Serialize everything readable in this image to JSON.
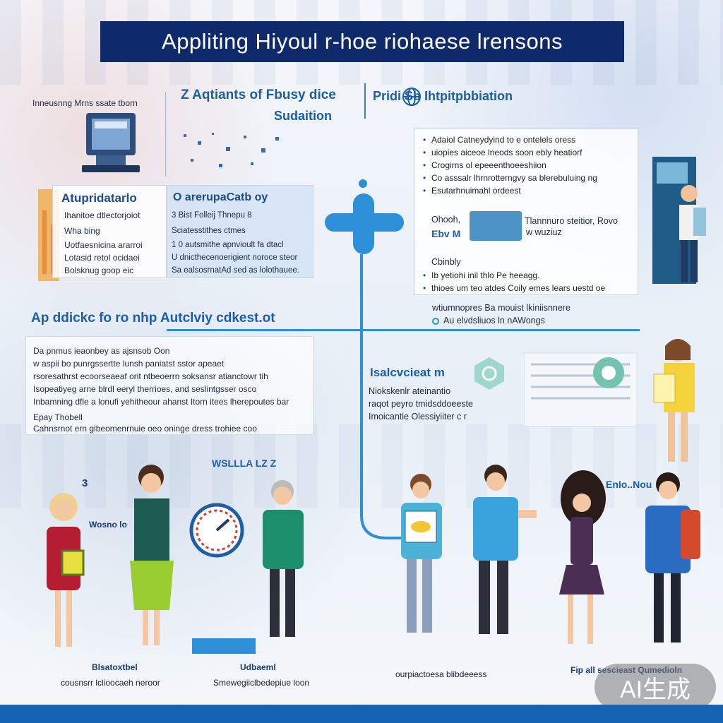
{
  "title": "Appliting Hiyoul r-hoe riohaese lrensons",
  "left_top": {
    "caption": "Inneusnng Mrns ssate tborn",
    "center_head_1": "Z Aqtiants of Fbusy dice",
    "center_head_2": "Sudaition"
  },
  "right_top": {
    "head": "Pridi Sb Ihtpitpbbiation",
    "items": [
      "Adaiol Catneydyind to e ontelels oress",
      "uiopies aiceoe lneods soon ebly heatiorf",
      "Crogirns ol epeeenthoeeshiion",
      "Co asssalr lhrnrotterngvy sa blerebuluing ng",
      "Esutarhnuimahl ordeest"
    ],
    "mid_label": "Ohooh,",
    "mid_tag": "Ebv M",
    "mid_text": "Tlannnuro steitior, Rovo",
    "mid_text2": "w wuziuz",
    "items2_head": "Cbinbly",
    "items2": [
      "Ib yetiohi inil thlo Pe heeagg.",
      "thioes um teo atdes Coily emes lears uestd oe",
      "wtiumnopres Ba mouist lkiniisnnere"
    ],
    "footer_item": "Au elvdsliuos ln nAWongs"
  },
  "left_mid": {
    "head": "Atupridatarlo",
    "lines": [
      "Ihanitoe dtlectorjoiot",
      "Wha bing",
      "Uotfaesnicina ararroi",
      "Lotasid retol ocidaei",
      "Bolsknug goop eic"
    ]
  },
  "center_mid": {
    "head": "O arerupaCatb oy",
    "lines": [
      "3 Bist Folleij Thnepu 8",
      "Sciatesstithes ctmes",
      "1 0 autsmithe apnvioult fa dtacl",
      "U dnicthecenoerigient noroce steor",
      "Sa ealsosrnatAd sed as lolothauee."
    ]
  },
  "wide_section": {
    "head": "Ap ddickc fo ro nhp Autclviy cdkest.ot",
    "lines": [
      "Da pnmus ieaonbey as ajsnsob Oon",
      "w aspii bo punrgssertte lunsh paniatst sstor apeaet",
      "rsoresathrst ecoorseaeaf orit ntbeoerrn soksansr atianctowr tih",
      "Isopeatiyeg arne blrdl eeryl therrioes, and seslintgsser osco",
      "Inbamning dfle a lonufi yehitheour ahanst Itorn itees lherepoutes bar"
    ],
    "sub_head": "Epay Thobell",
    "sub_line": "Cahnsrnot ern glbeomenrnuie oeo oninge dress trohiee coo"
  },
  "right_mid": {
    "head": "Isalcvcieat m",
    "lines": [
      "Niokskenlr ateinantio",
      "raqot peyro tmidsddoeeste",
      "Imoicantie Olessiyiiter c r"
    ]
  },
  "people_captions": {
    "left_head": "3",
    "left_head2": "Wosno lo",
    "center_sign": "WSLLLA LZ Z",
    "cap1_strong": "Blsatoxtbel",
    "cap1": "cousnsrr lclioocaeh neroor",
    "cap2_strong": "Udbaeml",
    "cap2": "Smewegiiclbedepiue loon",
    "cap3": "ourpiactoesa blibdeeess",
    "cap4_strong": "Fip all sescieast Qumedioln",
    "right_badge": "EnIo..Nou"
  },
  "badge": "AI生成",
  "colors": {
    "banner": "#0f2a6b",
    "accent": "#2d8fd8",
    "heading": "#1c5f9e",
    "bottom_bar": "#1763b4"
  }
}
